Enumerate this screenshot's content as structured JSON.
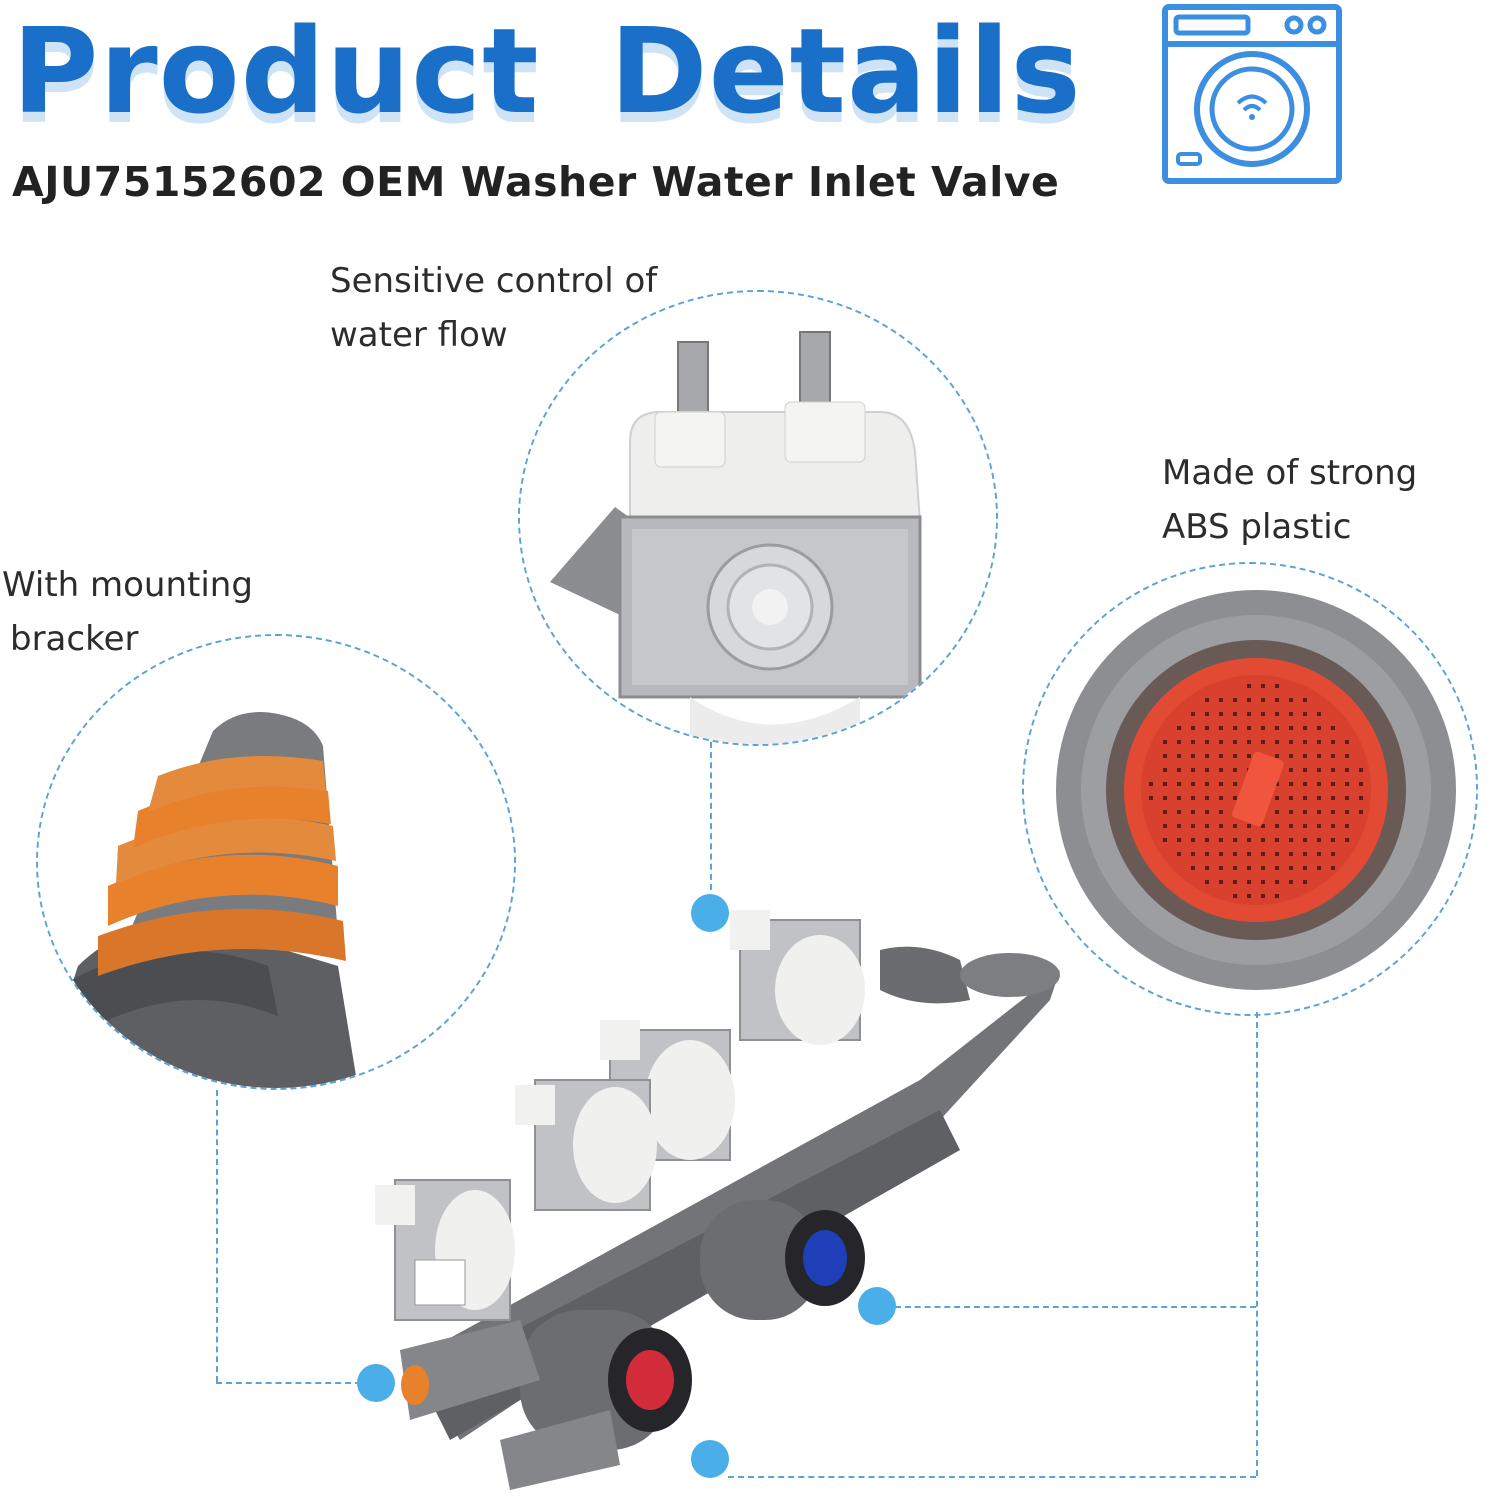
{
  "header": {
    "title": "Product Details",
    "subtitle": "AJU75152602 OEM Washer Water Inlet Valve",
    "icon": "washing-machine-icon"
  },
  "callouts": {
    "top": {
      "line1": "Sensitive control of",
      "line2": "water flow"
    },
    "left": {
      "line1": "With mounting",
      "line2": "bracker"
    },
    "right": {
      "line1": "Made of strong",
      "line2": "ABS plastic"
    }
  },
  "colors": {
    "accent": "#1a6fc9",
    "dots": "#4aaee8",
    "lines": "#5aa2d8",
    "plastic": "#6f7073",
    "rubber": "#e8812c",
    "filter": "#e24a34"
  }
}
